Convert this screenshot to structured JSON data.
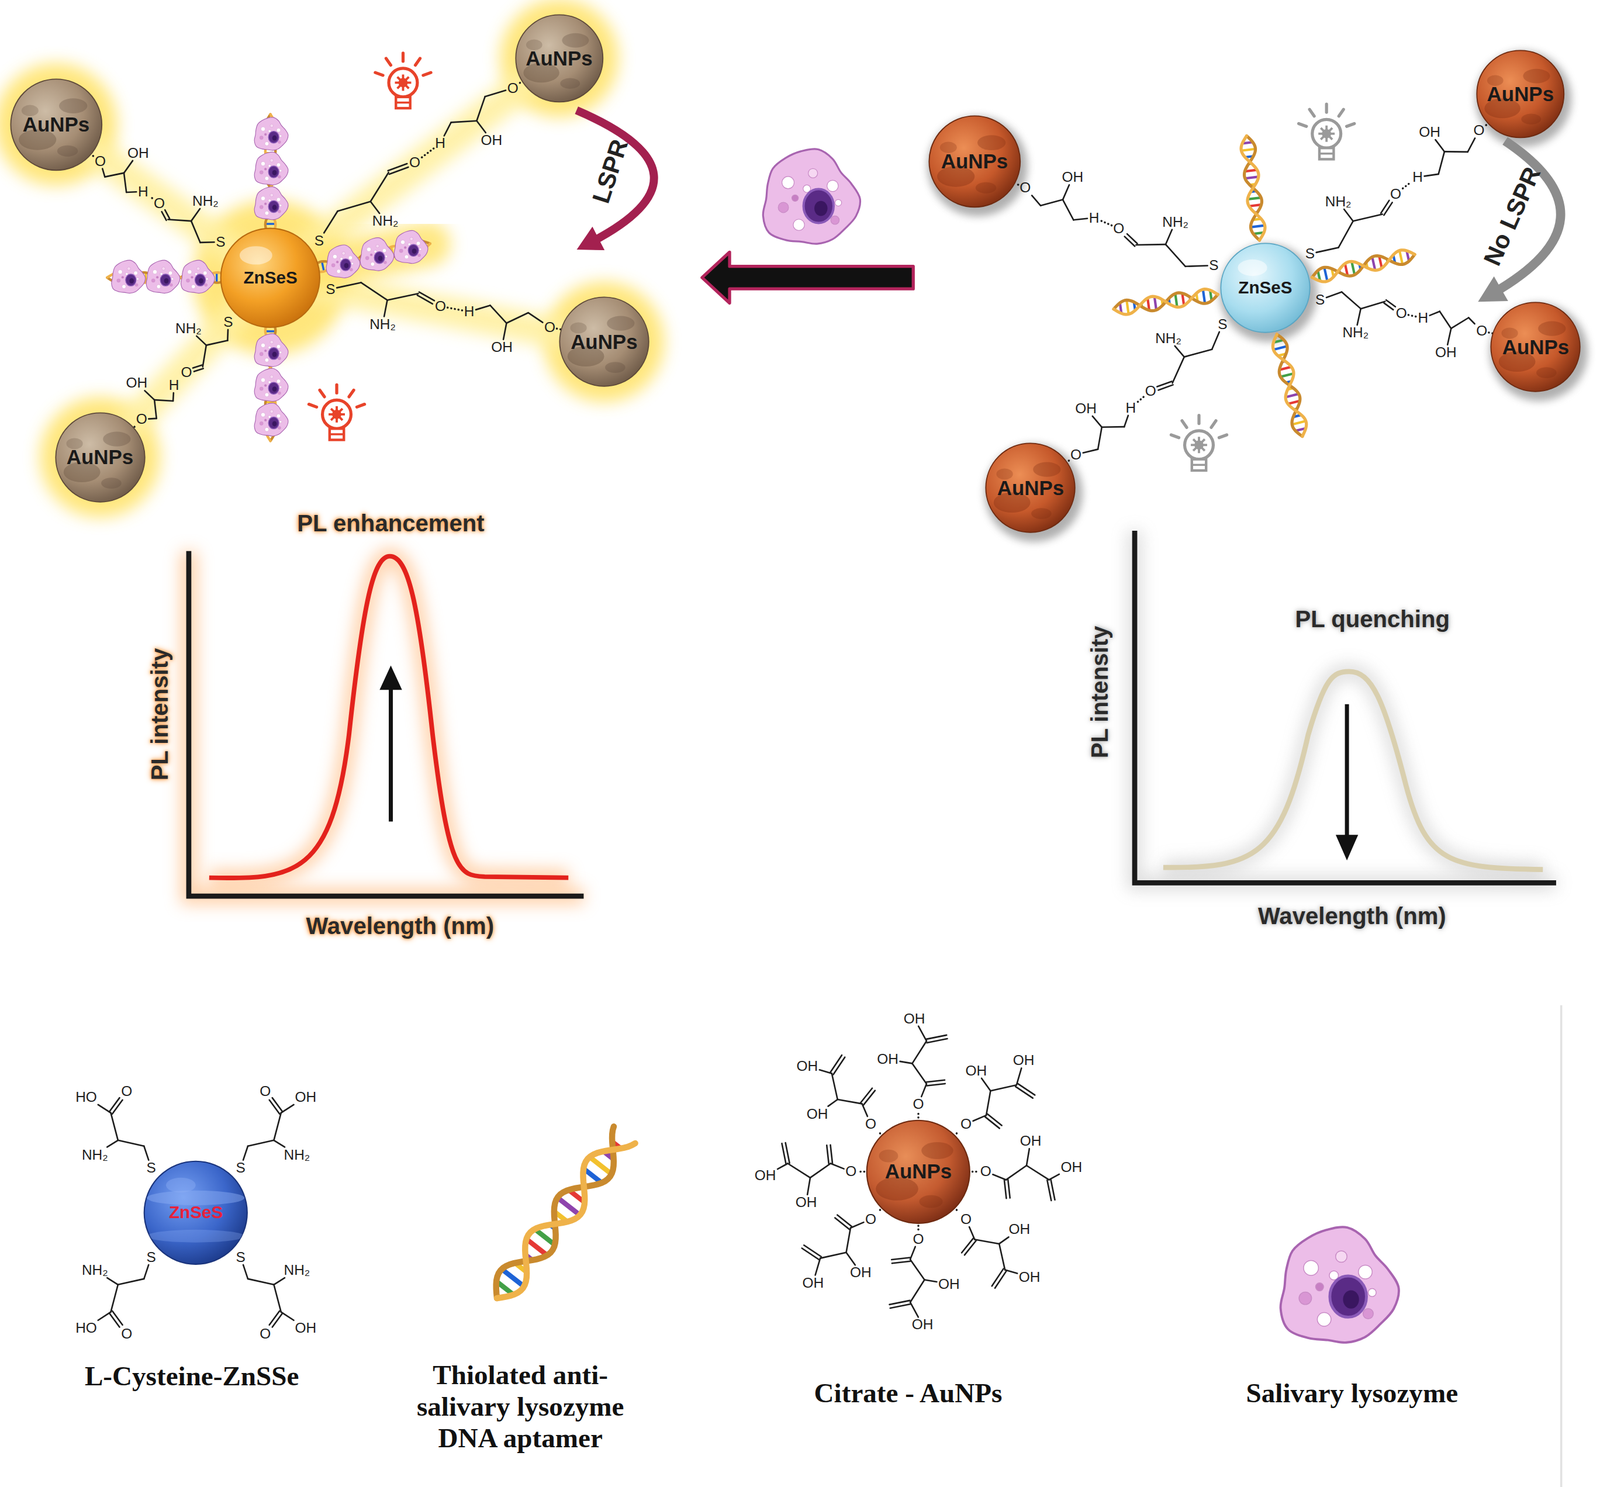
{
  "diagram": {
    "nodes": [
      {
        "text": [
          "AuNPs"
        ]
      },
      {
        "text": [
          "AuNPs"
        ]
      },
      {
        "text": [
          "ZnSeS"
        ]
      },
      {
        "text": [
          "AuNPs"
        ]
      },
      {
        "text": [
          "AuNPs"
        ]
      },
      {
        "text": [
          "AuNPs"
        ]
      },
      {
        "text": [
          "AuNPs"
        ]
      },
      {
        "text": [
          "ZnSeS"
        ]
      },
      {
        "text": [
          "AuNPs"
        ]
      },
      {
        "text": [
          "AuNPs"
        ]
      },
      {
        "text": [
          "ZnSeS"
        ]
      },
      {
        "text": [
          "AuNPs"
        ]
      }
    ],
    "labels": [
      "LSPR",
      "No LSPR",
      "PL enhancement",
      "PL intensity",
      "Wavelength (nm)",
      "PL quenching",
      "PL intensity",
      "Wavelength (nm)",
      "L-Cysteine-ZnSSe",
      "Thiolated anti-salivary lysozyme DNA aptamer",
      "Citrate - AuNPs",
      "Salivary lysozyme",
      "S",
      "NH₂",
      "O",
      "H",
      "OH",
      "O",
      "S",
      "NH₂",
      "O",
      "H",
      "OH",
      "O",
      "S",
      "NH₂",
      "O",
      "H",
      "OH",
      "O",
      "S",
      "NH₂",
      "O",
      "H",
      "OH",
      "O",
      "S",
      "NH₂",
      "O",
      "H",
      "OH",
      "O",
      "S",
      "NH₂",
      "O",
      "H",
      "OH",
      "O",
      "S",
      "NH₂",
      "O",
      "H",
      "OH",
      "O",
      "S",
      "NH₂",
      "O",
      "H",
      "OH",
      "O",
      "S",
      "NH₂",
      "O",
      "HO",
      "S",
      "NH₂",
      "O",
      "OH",
      "S",
      "NH₂",
      "O",
      "HO",
      "S",
      "NH₂",
      "O",
      "OH",
      "O",
      "OH",
      "OH",
      "O",
      "OH",
      "OH",
      "O",
      "OH",
      "OH",
      "O",
      "OH",
      "OH",
      "O",
      "OH",
      "OH",
      "O",
      "OH",
      "OH",
      "O",
      "OH",
      "OH",
      "O",
      "OH",
      "OH"
    ]
  }
}
